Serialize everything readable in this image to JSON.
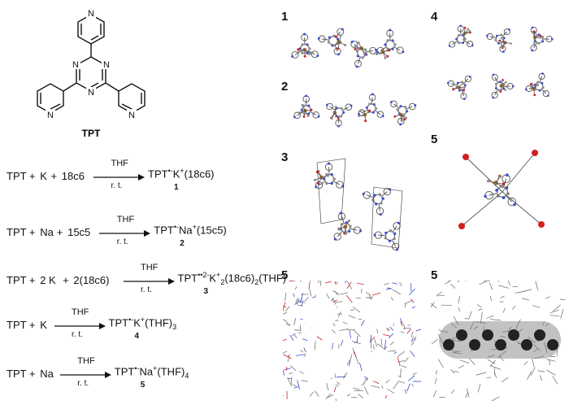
{
  "molecule": {
    "name": "TPT",
    "ring_atom": "N"
  },
  "reactions": [
    {
      "reactants": [
        "TPT",
        "K",
        "18c6"
      ],
      "solvent": "THF",
      "condition": "r. t.",
      "product_main": "TPT",
      "product_sup1": "•-",
      "product_rest": "K",
      "product_sup2": "+",
      "product_tail": "(18c6)",
      "compound": "1"
    },
    {
      "reactants": [
        "TPT",
        "Na",
        "15c5"
      ],
      "solvent": "THF",
      "condition": "r. t.",
      "product_main": "TPT",
      "product_sup1": "•-",
      "product_rest": "Na",
      "product_sup2": "+",
      "product_tail": "(15c5)",
      "compound": "2"
    },
    {
      "reactants": [
        "TPT",
        "2 K",
        "2(18c6)"
      ],
      "solvent": "THF",
      "condition": "r. t.",
      "product_main": "TPT",
      "product_sup1": "••2-",
      "product_rest": "K",
      "product_sup2": "+",
      "product_sub": "2",
      "product_tail": "(18c6)",
      "product_sub2": "2",
      "product_tail2": "(THF)",
      "compound": "3"
    },
    {
      "reactants": [
        "TPT",
        "K"
      ],
      "solvent": "THF",
      "condition": "r. t.",
      "product_main": "TPT",
      "product_sup1": "•-",
      "product_rest": "K",
      "product_sup2": "+",
      "product_tail": "(THF)",
      "product_sub2": "3",
      "compound": "4"
    },
    {
      "reactants": [
        "TPT",
        "Na"
      ],
      "solvent": "THF",
      "condition": "r. t.",
      "product_main": "TPT",
      "product_sup1": "•-",
      "product_rest": "Na",
      "product_sup2": "+",
      "product_tail": "(THF)",
      "product_sub2": "4",
      "compound": "5"
    }
  ],
  "panels": [
    {
      "label": "1"
    },
    {
      "label": "4"
    },
    {
      "label": "2"
    },
    {
      "label": "3"
    },
    {
      "label": "5"
    },
    {
      "label": "5"
    },
    {
      "label": "5"
    }
  ],
  "plus_sign": "+",
  "colors": {
    "carbon": "#8a8a8a",
    "nitrogen": "#3a4fd0",
    "oxygen": "#d02020",
    "metal": "#b07030",
    "bond": "#555555"
  }
}
